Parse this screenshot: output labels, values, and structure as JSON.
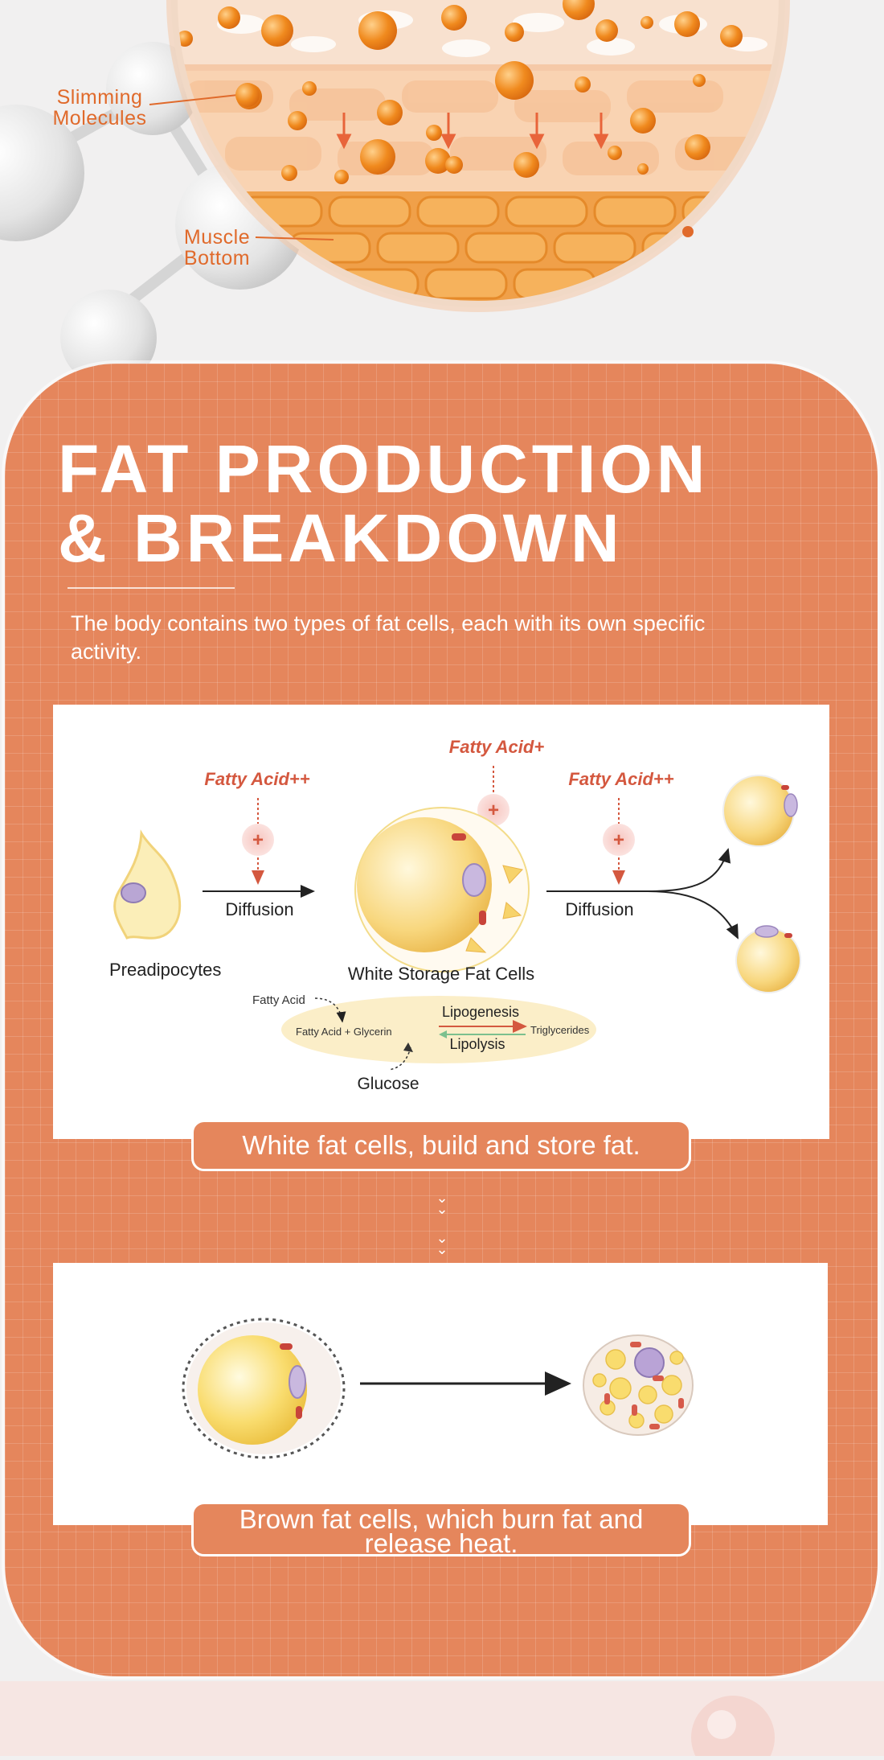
{
  "hero": {
    "label_slimming": "Slimming\nMolecules",
    "label_muscle": "Muscle\nBottom"
  },
  "section": {
    "title_line1": "FAT PRODUCTION",
    "title_line2": "& BREAKDOWN",
    "subtitle": "The body contains two types of fat cells, each with its own specific activity."
  },
  "diagram1": {
    "fatty_acid_left": "Fatty Acid++",
    "fatty_acid_center": "Fatty Acid+",
    "fatty_acid_right": "Fatty Acid++",
    "plus_symbol": "+",
    "diffusion_left": "Diffusion",
    "diffusion_right": "Diffusion",
    "preadipocytes": "Preadipocytes",
    "white_storage": "White Storage Fat Cells",
    "fatty_acid_small": "Fatty Acid",
    "fatty_acid_glycerin": "Fatty Acid + Glycerin",
    "lipogenesis": "Lipogenesis",
    "lipolysis": "Lipolysis",
    "triglycerides": "Triglycerides",
    "glucose": "Glucose",
    "caption": "White fat cells, build and store fat."
  },
  "diagram2": {
    "caption_line1": "Brown fat cells, which burn fat and",
    "caption_line2": "release heat."
  },
  "colors": {
    "card_orange": "#e5865c",
    "accent_red": "#d4583f",
    "hero_orange": "#e06a2b",
    "fat_yellow": "#f7d26e"
  }
}
